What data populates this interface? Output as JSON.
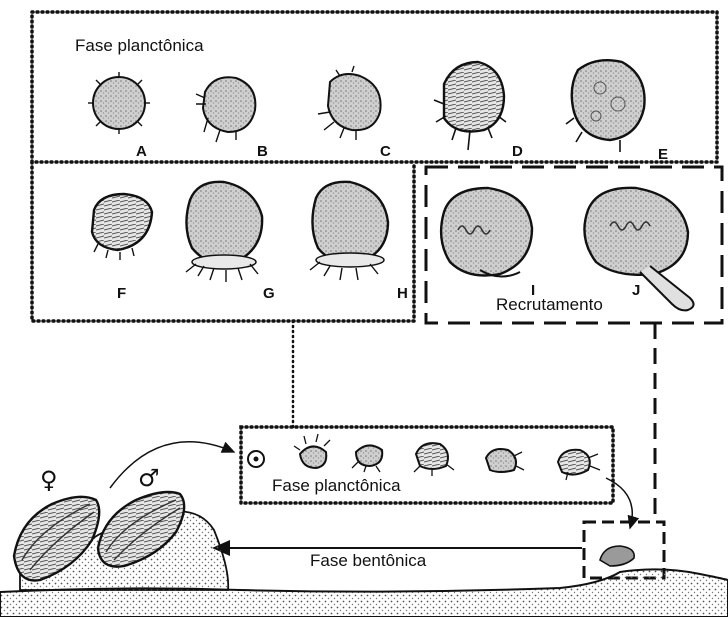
{
  "labels": {
    "planktonic_top": "Fase planctônica",
    "planktonic_bottom": "Fase planctônica",
    "benthic": "Fase bentônica",
    "recruitment": "Recrutamento"
  },
  "stages": {
    "a": "A",
    "b": "B",
    "c": "C",
    "d": "D",
    "e": "E",
    "f": "F",
    "g": "G",
    "h": "H",
    "i": "I",
    "j": "J"
  },
  "sex_symbols": {
    "female": "♀",
    "male": "♂"
  },
  "icons": {
    "adult_female": "oyster-shell-icon",
    "adult_male": "oyster-shell-icon",
    "larva": "larva-icon",
    "spat": "spat-icon"
  },
  "colors": {
    "line": "#111111",
    "larva_fill": "#bdbdbd",
    "sediment": "#f2f2f2"
  }
}
